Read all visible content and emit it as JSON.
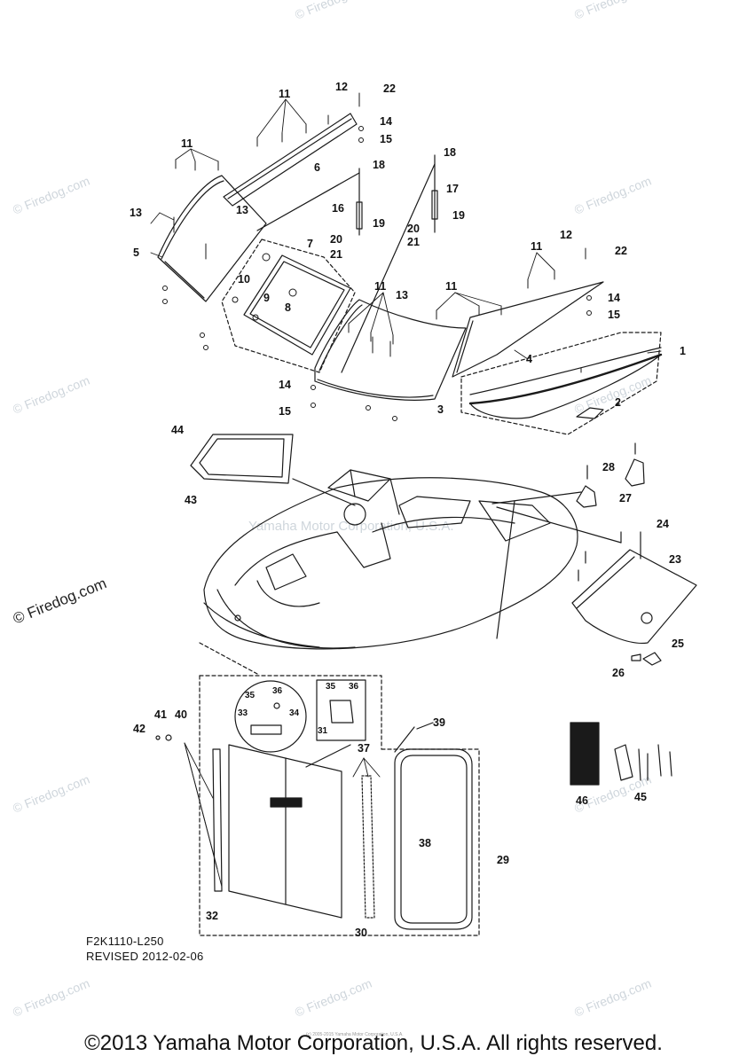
{
  "watermark": "© Firedog.com",
  "center_watermark": "Yamaha Motor Corporation, U.S.A.",
  "small_print": "(c) 2005-2015 Yamaha Motor Corporation, U.S.A.",
  "code": "F2K1110-L250",
  "revised": "REVISED 2012-02-06",
  "copyright": "©2013 Yamaha Motor Corporation, U.S.A. All rights reserved.",
  "callouts": {
    "c1": "1",
    "c2": "2",
    "c3": "3",
    "c4": "4",
    "c5": "5",
    "c6": "6",
    "c7": "7",
    "c8": "8",
    "c9": "9",
    "c10": "10",
    "c11a": "11",
    "c11b": "11",
    "c11c": "11",
    "c11d": "11",
    "c11e": "11",
    "c12a": "12",
    "c12b": "12",
    "c13a": "13",
    "c13b": "13",
    "c13c": "13",
    "c14a": "14",
    "c14b": "14",
    "c14c": "14",
    "c15a": "15",
    "c15b": "15",
    "c15c": "15",
    "c16": "16",
    "c17": "17",
    "c18a": "18",
    "c18b": "18",
    "c19a": "19",
    "c19b": "19",
    "c20a": "20",
    "c20b": "20",
    "c21a": "21",
    "c21b": "21",
    "c22a": "22",
    "c22b": "22",
    "c23": "23",
    "c24": "24",
    "c25": "25",
    "c26": "26",
    "c27": "27",
    "c28": "28",
    "c29": "29",
    "c30": "30",
    "c31": "31",
    "c32": "32",
    "c33": "33",
    "c34": "34",
    "c35a": "35",
    "c35b": "35",
    "c36a": "36",
    "c36b": "36",
    "c37": "37",
    "c38": "38",
    "c39": "39",
    "c40": "40",
    "c41": "41",
    "c42": "42",
    "c43": "43",
    "c44": "44",
    "c45": "45",
    "c46": "46"
  },
  "colors": {
    "line": "#1a1a1a",
    "watermark": "#cfd6dc",
    "background": "#ffffff"
  }
}
